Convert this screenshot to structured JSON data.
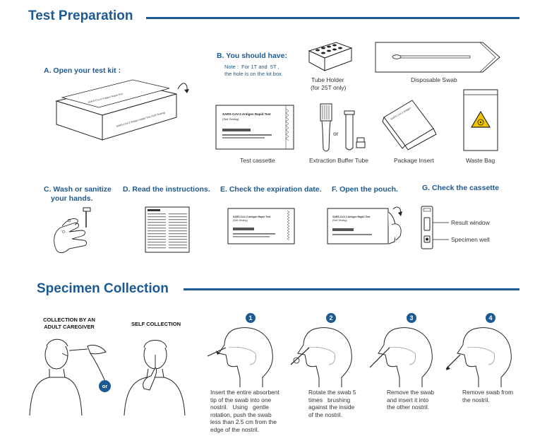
{
  "sections": {
    "preparation_title": "Test Preparation",
    "collection_title": "Specimen Collection"
  },
  "steps": {
    "a": "A. Open your test kit :",
    "b": "B. You should have:",
    "b_note_line1": "Note :  For 1T and  5T ,",
    "b_note_line2": "the hole is on the kit box.",
    "c_line1": "C. Wash or sanitize",
    "c_line2": "your hands.",
    "d": "D. Read the instructions.",
    "e": "E. Check the expiration date.",
    "f": "F. Open the pouch.",
    "g": "G. Check the cassette"
  },
  "kit_items": {
    "tube_holder_line1": "Tube Holder",
    "tube_holder_line2": "(for 25T only)",
    "disposable_swab": "Disposable Swab",
    "test_cassette": "Test cassette",
    "extraction_buffer_tube": "Extraction Buffer Tube",
    "or_small": "or",
    "package_insert": "Package Insert",
    "waste_bag": "Waste Bag"
  },
  "cassette_labels": {
    "result_window": "Result window",
    "specimen_well": "Specimen well"
  },
  "product_print": {
    "name": "SARS-CoV-2 Antigen Rapid Test",
    "sub": "(Self-Testing)",
    "box_side": "SARS-CoV-2 Antigen Rapid Test"
  },
  "collection": {
    "caregiver_line1": "COLLECTION BY AN",
    "caregiver_line2": "ADULT CAREGIVER",
    "self": "SELF COLLECTION",
    "or_badge": "or",
    "step_numbers": [
      "1",
      "2",
      "3",
      "4"
    ],
    "step1": [
      "Insert the entire absorbent",
      "tip of the swab into one",
      "nostril.   Using   gentle",
      "rotation, push the swab",
      "less than 2.5 cm from the",
      "edge of the nostril."
    ],
    "step2": [
      "Rotate the swab 5",
      "times   brushing",
      "against the inside",
      "of the nostril."
    ],
    "step3": [
      "Remove the swab",
      "and insert it into",
      "the other nostril."
    ],
    "step4": [
      "Remove swab from",
      "the nostril."
    ]
  },
  "colors": {
    "accent": "#1d5a93",
    "hazard": "#f2c400"
  }
}
